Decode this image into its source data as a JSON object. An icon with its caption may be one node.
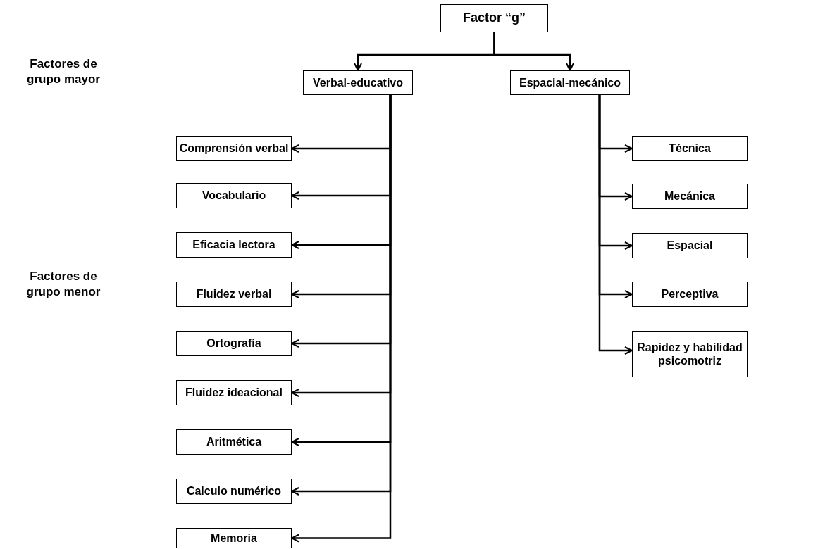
{
  "diagram": {
    "nodes": [
      {
        "text": [
          "Factor “g”"
        ]
      },
      {
        "text": [
          "Verbal-educativo"
        ]
      },
      {
        "text": [
          "Espacial-mecánico"
        ]
      },
      {
        "text": [
          "Comprensión verbal"
        ]
      },
      {
        "text": [
          "Vocabulario"
        ]
      },
      {
        "text": [
          "Eficacia lectora"
        ]
      },
      {
        "text": [
          "Fluidez verbal"
        ]
      },
      {
        "text": [
          "Ortografía"
        ]
      },
      {
        "text": [
          "Fluidez ideacional"
        ]
      },
      {
        "text": [
          "Aritmética"
        ]
      },
      {
        "text": [
          "Calculo numérico"
        ]
      },
      {
        "text": [
          "Memoria"
        ]
      },
      {
        "text": [
          "Técnica"
        ]
      },
      {
        "text": [
          "Mecánica"
        ]
      },
      {
        "text": [
          "Espacial"
        ]
      },
      {
        "text": [
          "Perceptiva"
        ]
      },
      {
        "text": [
          "Rapidez y habilidad psicomotriz"
        ]
      }
    ],
    "edges": [
      {
        "from": 0,
        "to": 1,
        "arrow": "to"
      },
      {
        "from": 0,
        "to": 2,
        "arrow": "to"
      },
      {
        "from": 1,
        "to": 3,
        "arrow": "to"
      },
      {
        "from": 1,
        "to": 4,
        "arrow": "to"
      },
      {
        "from": 1,
        "to": 5,
        "arrow": "to"
      },
      {
        "from": 1,
        "to": 6,
        "arrow": "to"
      },
      {
        "from": 1,
        "to": 7,
        "arrow": "to"
      },
      {
        "from": 1,
        "to": 8,
        "arrow": "to"
      },
      {
        "from": 1,
        "to": 9,
        "arrow": "to"
      },
      {
        "from": 1,
        "to": 10,
        "arrow": "to"
      },
      {
        "from": 1,
        "to": 11,
        "arrow": "to"
      },
      {
        "from": 2,
        "to": 12,
        "arrow": "to"
      },
      {
        "from": 2,
        "to": 13,
        "arrow": "to"
      },
      {
        "from": 2,
        "to": 14,
        "arrow": "to"
      },
      {
        "from": 2,
        "to": 15,
        "arrow": "to"
      },
      {
        "from": 2,
        "to": 16,
        "arrow": "to"
      }
    ],
    "labels": [
      "Factores de grupo mayor",
      "Factores de grupo menor"
    ]
  }
}
